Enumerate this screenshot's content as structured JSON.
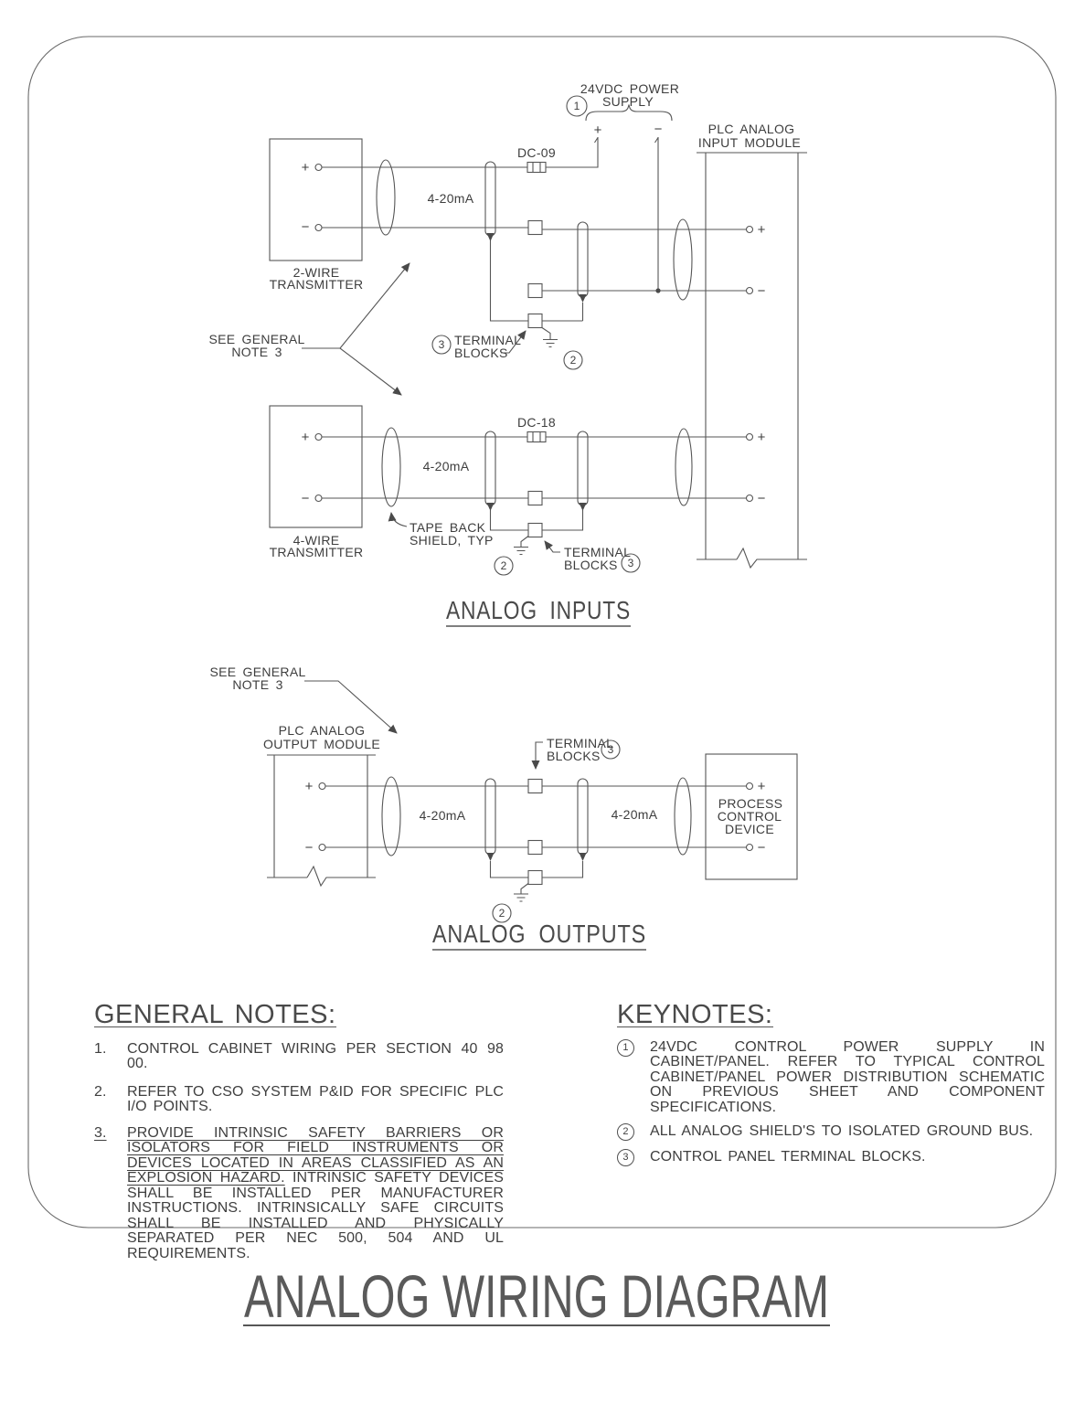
{
  "sheet": {
    "title": "ANALOG WIRING DIAGRAM"
  },
  "sections": {
    "inputs_title": "ANALOG INPUTS",
    "outputs_title": "ANALOG OUTPUTS"
  },
  "labels": {
    "power_supply_l1": "24VDC POWER",
    "power_supply_l2": "SUPPLY",
    "plc_input_l1": "PLC ANALOG",
    "plc_input_l2": "INPUT MODULE",
    "plc_output_l1": "PLC ANALOG",
    "plc_output_l2": "OUTPUT MODULE",
    "process_device_l1": "PROCESS",
    "process_device_l2": "CONTROL",
    "process_device_l3": "DEVICE",
    "transmitter2_l1": "2-WIRE",
    "transmitter2_l2": "TRANSMITTER",
    "transmitter4_l1": "4-WIRE",
    "transmitter4_l2": "TRANSMITTER",
    "fuse_dc09": "DC-09",
    "fuse_dc18": "DC-18",
    "signal": "4-20mA",
    "see_note_l1": "SEE GENERAL",
    "see_note_l2": "NOTE 3",
    "terminal_blocks_l1": "TERMINAL",
    "terminal_blocks_l2": "BLOCKS",
    "tape_back_l1": "TAPE BACK",
    "tape_back_l2": "SHIELD, TYP",
    "plus": "+",
    "minus": "−",
    "kn1": "1",
    "kn2": "2",
    "kn3": "3"
  },
  "general_notes": {
    "heading": "GENERAL NOTES:",
    "items": [
      {
        "num": "1.",
        "text": "CONTROL CABINET WIRING PER SECTION 40 98 00."
      },
      {
        "num": "2.",
        "text": "REFER TO CSO SYSTEM P&ID FOR SPECIFIC PLC I/O POINTS."
      },
      {
        "num": "3.",
        "underlined": "PROVIDE INTRINSIC SAFETY BARRIERS OR ISOLATORS FOR FIELD INSTRUMENTS OR DEVICES LOCATED IN AREAS CLASSIFIED AS AN EXPLOSION HAZARD.",
        "text": "INTRINSIC SAFETY DEVICES SHALL BE INSTALLED PER MANUFACTURER INSTRUCTIONS. INTRINSICALLY SAFE CIRCUITS SHALL BE INSTALLED AND PHYSICALLY SEPARATED PER NEC 500, 504 AND UL REQUIREMENTS."
      }
    ]
  },
  "keynotes": {
    "heading": "KEYNOTES:",
    "items": [
      {
        "num": "1",
        "text": "24VDC CONTROL POWER SUPPLY IN CABINET/PANEL. REFER TO TYPICAL CONTROL CABINET/PANEL POWER DISTRIBUTION SCHEMATIC ON PREVIOUS SHEET AND COMPONENT SPECIFICATIONS."
      },
      {
        "num": "2",
        "text": "ALL ANALOG SHIELD'S TO ISOLATED GROUND BUS."
      },
      {
        "num": "3",
        "text": "CONTROL PANEL TERMINAL BLOCKS."
      }
    ]
  }
}
